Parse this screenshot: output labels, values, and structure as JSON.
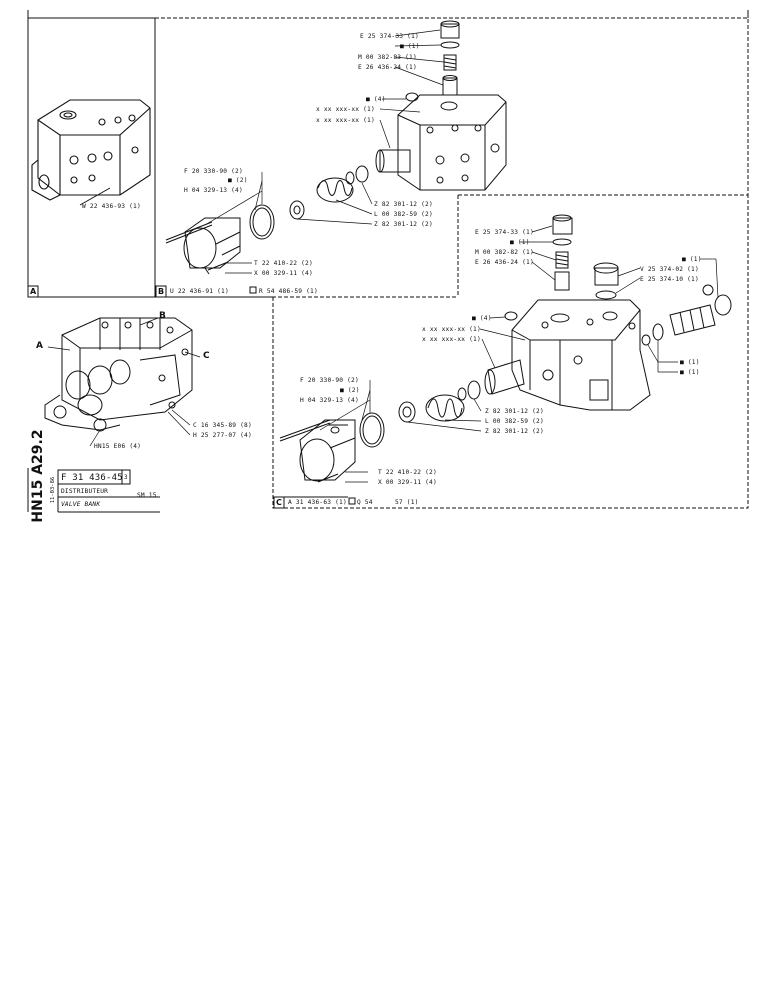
{
  "sheet": {
    "code": "HN15 A29.2",
    "part_number": "F 31 436-45",
    "revision_mark": "3",
    "date": "11-03-86",
    "title_fr": "DISTRIBUTEUR",
    "title_en": "VALVE BANK",
    "model": "SM 15"
  },
  "sections": {
    "A": {
      "tag": "A",
      "labels": [
        "W 22 436-93 (1)"
      ]
    },
    "B": {
      "tag": "B",
      "assembly": "U 22 436-91 (1)",
      "kit": "R 54 486-59 (1)",
      "labels": [
        "E 25 374-33 (1)",
        "■ (1)",
        "M 00 382-83 (1)",
        "E 26 436-24 (1)",
        "■ (4)",
        "x xx xxx-xx (1)",
        "x xx xxx-xx (1)",
        "F 20 330-90 (2)",
        "■ (2)",
        "H 04 329-13 (4)",
        "Z 82 301-12 (2)",
        "L 00 382-59 (2)",
        "Z 82 301-12 (2)",
        "T 22 410-22 (2)",
        "X 00 329-11 (4)"
      ]
    },
    "C": {
      "tag": "C",
      "assembly": "A 31 436-63 (1)",
      "kit": "Q 54",
      "kit_suffix": "57 (1)",
      "labels": [
        "E 25 374-33 (1)",
        "■ (1)",
        "M 00 382-82 (1)",
        "E 26 436-24 (1)",
        "■ (1)",
        "V 25 374-02 (1)",
        "E 25 374-10 (1)",
        "■ (4)",
        "x xx xxx-xx (1)",
        "x xx xxx-xx (1)",
        "■ (1)",
        "■ (1)",
        "F 20 330-90 (2)",
        "■ (2)",
        "H 04 329-13 (4)",
        "Z 82 301-12 (2)",
        "L 00 382-59 (2)",
        "Z 82 301-12 (2)",
        "T 22 410-22 (2)",
        "X 00 329-11 (4)"
      ]
    },
    "overview": {
      "callout_a": "A",
      "callout_b": "B",
      "callout_c": "C",
      "labels": [
        "C 16 345-89 (8)",
        "H 25 277-07 (4)",
        "HN15 E06 (4)"
      ]
    }
  }
}
